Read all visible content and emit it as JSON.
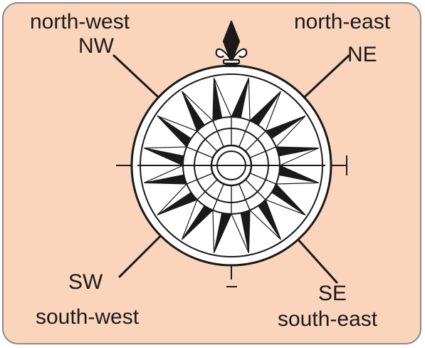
{
  "labels": {
    "nw": {
      "word": "north-west",
      "abbr": "NW"
    },
    "ne": {
      "word": "north-east",
      "abbr": "NE"
    },
    "sw": {
      "word": "south-west",
      "abbr": "SW"
    },
    "se": {
      "word": "south-east",
      "abbr": "SE"
    }
  },
  "colors": {
    "background": "#fbd5bb",
    "ink": "#1a1a1a",
    "fill": "#ffffff"
  },
  "icons": {
    "top": "fleur-de-lis-icon"
  }
}
